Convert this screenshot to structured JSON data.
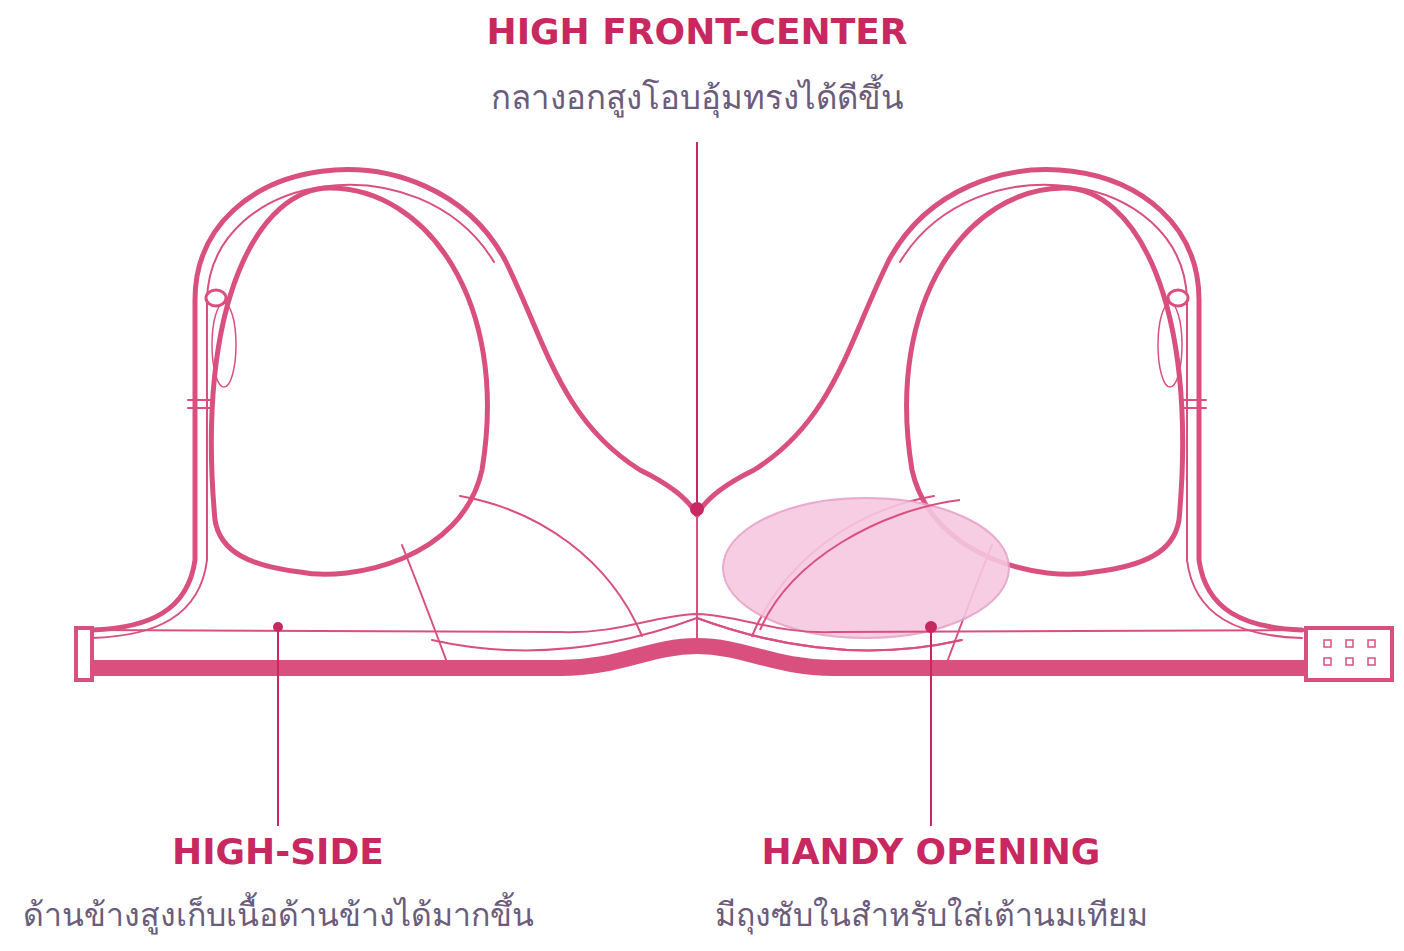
{
  "diagram": {
    "labels": [
      "HIGH FRONT-CENTER",
      "กลางอกสูงโอบอุ้มทรงได้ดีขึ้น",
      "HIGH-SIDE",
      "ด้านข้างสูงเก็บเนื้อด้านข้างได้มากขึ้น",
      "HANDY OPENING",
      "มีถุงซับในสำหรับใส่เต้านมเทียม"
    ]
  }
}
